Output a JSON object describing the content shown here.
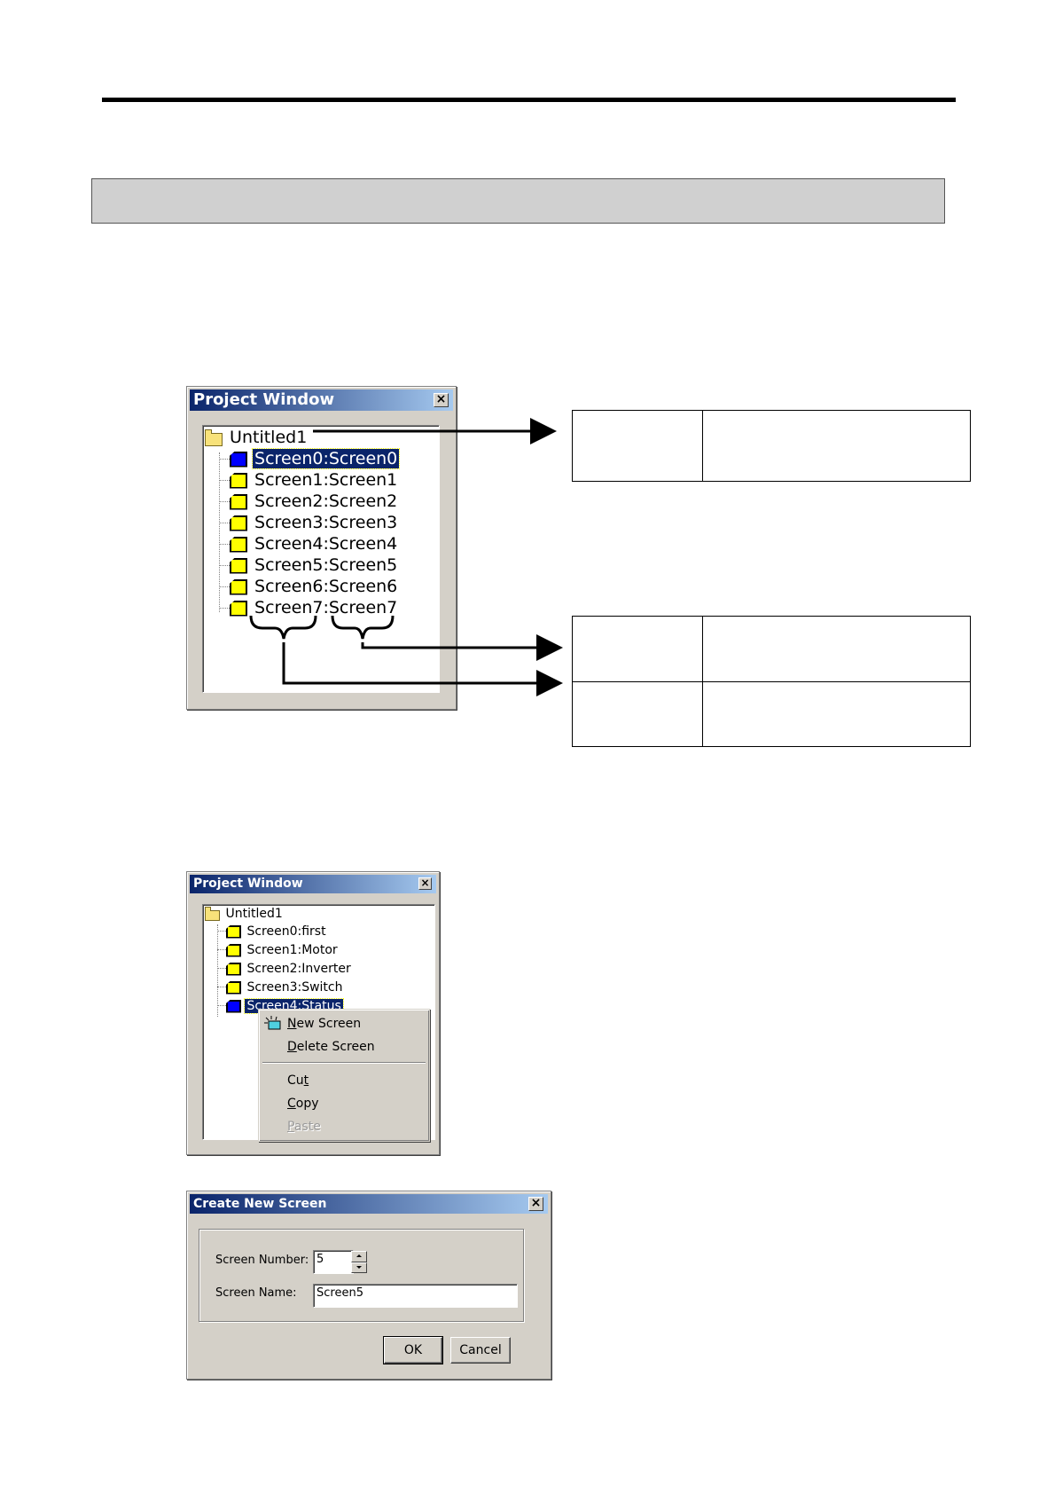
{
  "project_window_large": {
    "title": "Project Window",
    "close_glyph": "×",
    "root": "Untitled1",
    "items": [
      {
        "label": "Screen0:Screen0",
        "selected": true
      },
      {
        "label": "Screen1:Screen1",
        "selected": false
      },
      {
        "label": "Screen2:Screen2",
        "selected": false
      },
      {
        "label": "Screen3:Screen3",
        "selected": false
      },
      {
        "label": "Screen4:Screen4",
        "selected": false
      },
      {
        "label": "Screen5:Screen5",
        "selected": false
      },
      {
        "label": "Screen6:Screen6",
        "selected": false
      },
      {
        "label": "Screen7:Screen7",
        "selected": false
      }
    ]
  },
  "project_window_small": {
    "title": "Project Window",
    "close_glyph": "×",
    "root": "Untitled1",
    "items": [
      {
        "label": "Screen0:first",
        "selected": false
      },
      {
        "label": "Screen1:Motor",
        "selected": false
      },
      {
        "label": "Screen2:Inverter",
        "selected": false
      },
      {
        "label": "Screen3:Switch",
        "selected": false
      },
      {
        "label": "Screen4:Status",
        "selected": true
      }
    ]
  },
  "context_menu": {
    "new_screen": {
      "mnemonic": "N",
      "rest": "ew Screen"
    },
    "delete_screen": {
      "mnemonic": "D",
      "rest": "elete Screen"
    },
    "cut": {
      "before": "Cu",
      "mnemonic": "t"
    },
    "copy": {
      "mnemonic": "C",
      "rest": "opy"
    },
    "paste": {
      "mnemonic": "P",
      "rest": "aste"
    }
  },
  "create_dialog": {
    "title": "Create New Screen",
    "close_glyph": "×",
    "screen_number_label": "Screen Number:",
    "screen_number_value": "5",
    "screen_name_label": "Screen Name:",
    "screen_name_value": "Screen5",
    "ok_label": "OK",
    "cancel_label": "Cancel"
  },
  "colors": {
    "titlebar_start": "#0a246a",
    "titlebar_end": "#a6caf0",
    "window_face": "#d4d0c8",
    "selection": "#0a246a"
  }
}
